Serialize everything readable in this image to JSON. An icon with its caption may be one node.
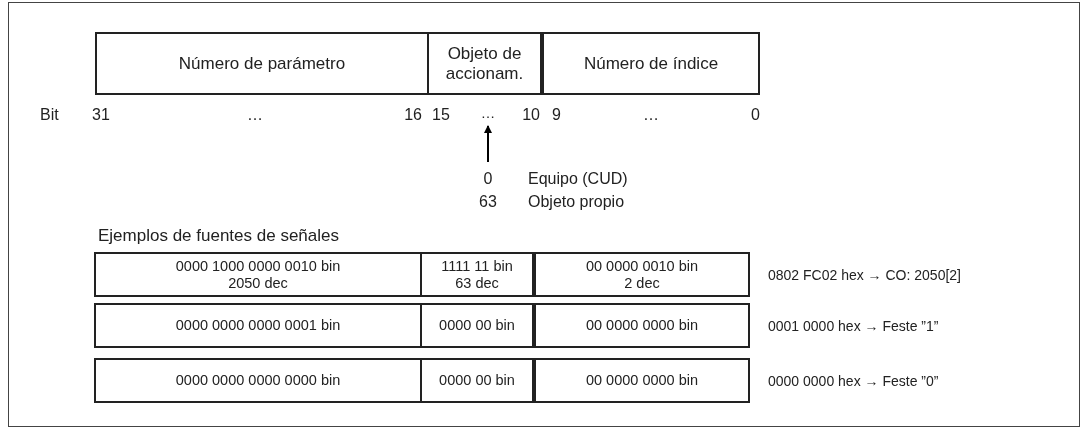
{
  "diagram": {
    "nodes": [
      {
        "text": [
          "Número de parámetro"
        ]
      },
      {
        "text": [
          "Objeto de accionam."
        ]
      },
      {
        "text": [
          "Número de índice"
        ]
      },
      {
        "text": [
          "…"
        ]
      },
      {
        "text": [
          "0000 1000 0000 0010 bin",
          "2050 dec"
        ]
      },
      {
        "text": [
          "1111 11 bin",
          "63 dec"
        ]
      },
      {
        "text": [
          "00 0000 0010 bin",
          "2 dec"
        ]
      },
      {
        "text": [
          "0000 0000 0000 0001 bin"
        ]
      },
      {
        "text": [
          "0000 00 bin"
        ]
      },
      {
        "text": [
          "00 0000 0000 bin"
        ]
      },
      {
        "text": [
          "0000 0000 0000 0000 bin"
        ]
      },
      {
        "text": [
          "0000 00 bin"
        ]
      },
      {
        "text": [
          "00 0000 0000 bin"
        ]
      }
    ],
    "edges": [
      {
        "from": null,
        "to": 3,
        "arrow": "to"
      }
    ],
    "labels": [
      "Bit",
      "31",
      "…",
      "16",
      "15",
      "10",
      "9",
      "…",
      "0",
      "0",
      "Equipo (CUD)",
      "63",
      "Objeto propio",
      "Ejemplos de fuentes de señales",
      "0802 FC02 hex → CO: 2050[2]",
      "0001 0000 hex → Feste ”1”",
      "0000 0000 hex → Feste ”0”"
    ]
  }
}
